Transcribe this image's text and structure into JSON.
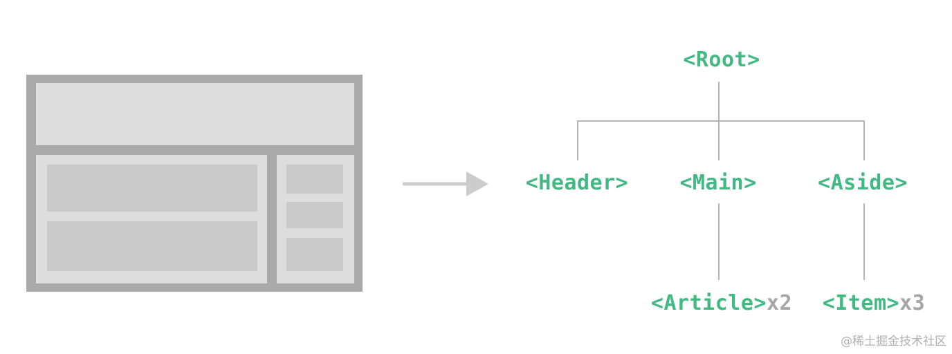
{
  "colors": {
    "tag": "#42b883",
    "multiplier": "#a6a6a6",
    "connector": "#b3b3b3",
    "arrow": "#cccccc",
    "layout_frame": "#aaaaaa",
    "layout_panel": "#dddddd",
    "layout_slot": "#c9c9c9"
  },
  "tree": {
    "root": {
      "tag": "<Root>"
    },
    "header": {
      "tag": "<Header>"
    },
    "main": {
      "tag": "<Main>"
    },
    "aside": {
      "tag": "<Aside>"
    },
    "article": {
      "tag": "<Article>",
      "multiplier": "x2"
    },
    "item": {
      "tag": "<Item>",
      "multiplier": "x3"
    }
  },
  "watermark": "@稀土掘金技术社区"
}
